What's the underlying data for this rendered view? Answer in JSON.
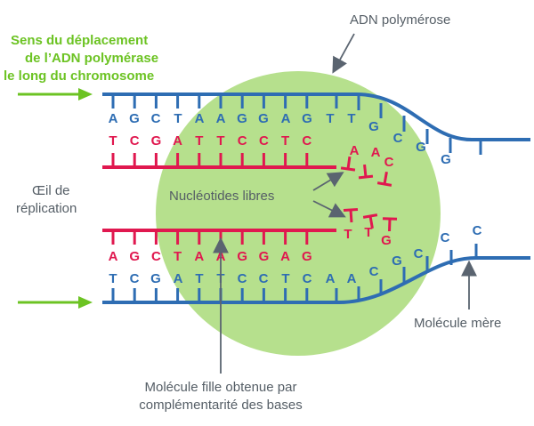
{
  "colors": {
    "blue": "#2e6db3",
    "red": "#e0184f",
    "green_circle": "#b6e08d",
    "green_text": "#6cc323",
    "label": "#555e66",
    "arrow": "#6cc323",
    "pointer": "#5a6470"
  },
  "labels": {
    "direction_line1": "Sens du déplacement",
    "direction_line2": "de l’ADN polymérase",
    "direction_line3": "le long du chromosome",
    "polymerase": "ADN polymérose",
    "eye_line1": "Œil de",
    "eye_line2": "réplication",
    "free_nucleotides": "Nucléotides libres",
    "mother": "Molécule mère",
    "daughter_line1": "Molécule fille obtenue par",
    "daughter_line2": "complémentarité des bases"
  },
  "strands": {
    "top_outer": [
      "A",
      "G",
      "C",
      "T",
      "A",
      "A",
      "G",
      "G",
      "A",
      "G",
      "T",
      "T",
      "G",
      "C",
      "G"
    ],
    "top_inner": [
      "T",
      "C",
      "G",
      "A",
      "T",
      "T",
      "C",
      "C",
      "T",
      "C"
    ],
    "top_free": [
      "A",
      "A",
      "C"
    ],
    "bottom_inner": [
      "A",
      "G",
      "C",
      "T",
      "A",
      "A",
      "G",
      "G",
      "A",
      "G"
    ],
    "bottom_free": [
      "T",
      "T",
      "G"
    ],
    "bottom_outer": [
      "T",
      "C",
      "G",
      "A",
      "T",
      "T",
      "C",
      "C",
      "T",
      "C",
      "A",
      "A",
      "C",
      "G",
      "C",
      "C"
    ]
  }
}
